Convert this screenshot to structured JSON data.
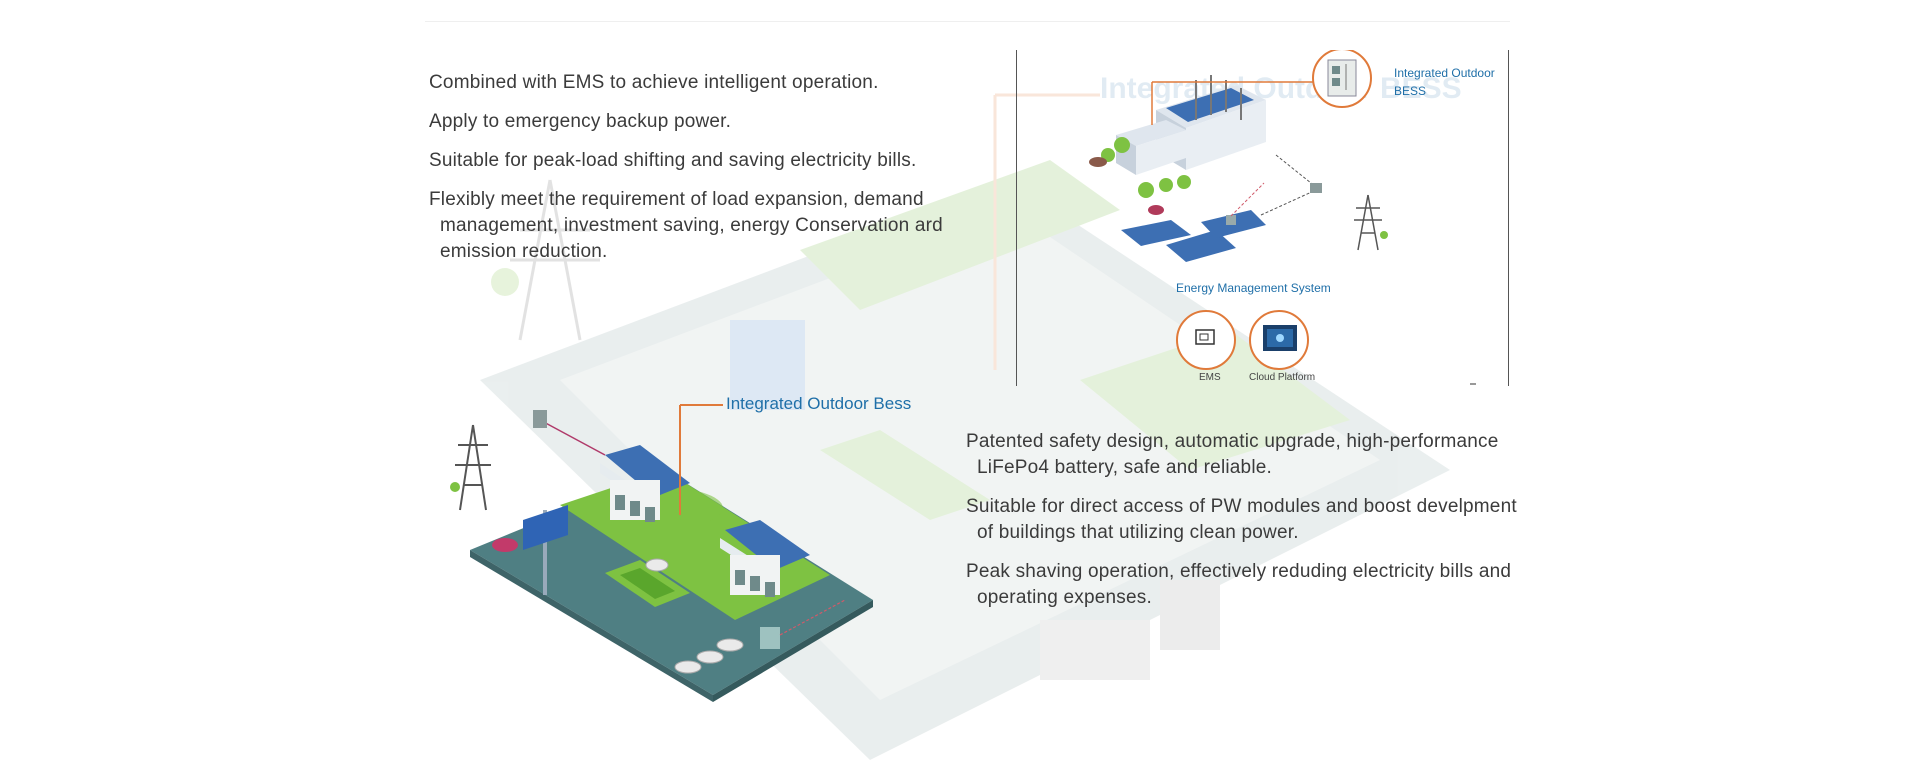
{
  "features_top": [
    "Combined with EMS to achieve intelligent operation.",
    "Apply to emergency backup power.",
    "Suitable for peak-load shifting and saving electricity bills.",
    "Flexibly meet the requirement of load expansion, demand management, investment saving, energy Conservation ard emission reduction."
  ],
  "features_bottom": [
    "Patented safety design, automatic upgrade, high-performance LiFePo4 battery, safe and reliable.",
    "Suitable for direct access of PW modules and boost develpment of buildings that utilizing clean power.",
    "Peak shaving operation, effectively reduding electricity bills and operating expenses."
  ],
  "callout": {
    "bess": "Integrated Outdoor Bess"
  },
  "inset": {
    "bess_label_line1": "Integrated Outdoor",
    "bess_label_line2": "BESS",
    "ems_heading": "Energy Management System",
    "ems_label": "EMS",
    "cloud_label": "Cloud Platform"
  },
  "faded_watermark": "Integrated Outdoor BESS",
  "colors": {
    "accent_orange": "#e07a3a",
    "label_blue": "#1f6fa8",
    "lawn_green": "#7ec242",
    "deck_teal": "#4f7f83"
  }
}
